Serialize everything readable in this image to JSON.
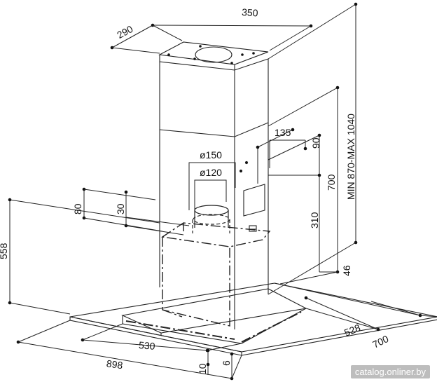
{
  "dimensions": {
    "d290": "290",
    "d350": "350",
    "d135": "135",
    "d90": "90",
    "d150": "ø150",
    "d120": "ø120",
    "d700v": "700",
    "d310": "310",
    "d46": "46",
    "dminmax": "MIN 870-MAX 1040",
    "d80": "80",
    "d30": "30",
    "d558": "558",
    "d528": "528",
    "d700d": "700",
    "d530": "530",
    "d898": "898",
    "d10": "10",
    "d6": "6"
  },
  "watermark": "catalog.onliner.by"
}
